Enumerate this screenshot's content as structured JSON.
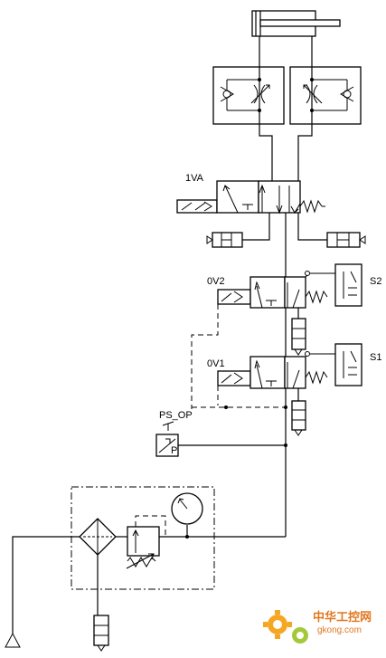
{
  "labels": {
    "valve_main": "1VA",
    "valve_v2": "0V2",
    "valve_v1": "0V1",
    "switch_s2": "S2",
    "switch_s1": "S1",
    "pressure_switch": "PS_OP",
    "port_p": "P"
  },
  "watermark": {
    "text_cn": "中华工控网",
    "text_en": "gkong.com",
    "color": "#e07820"
  }
}
